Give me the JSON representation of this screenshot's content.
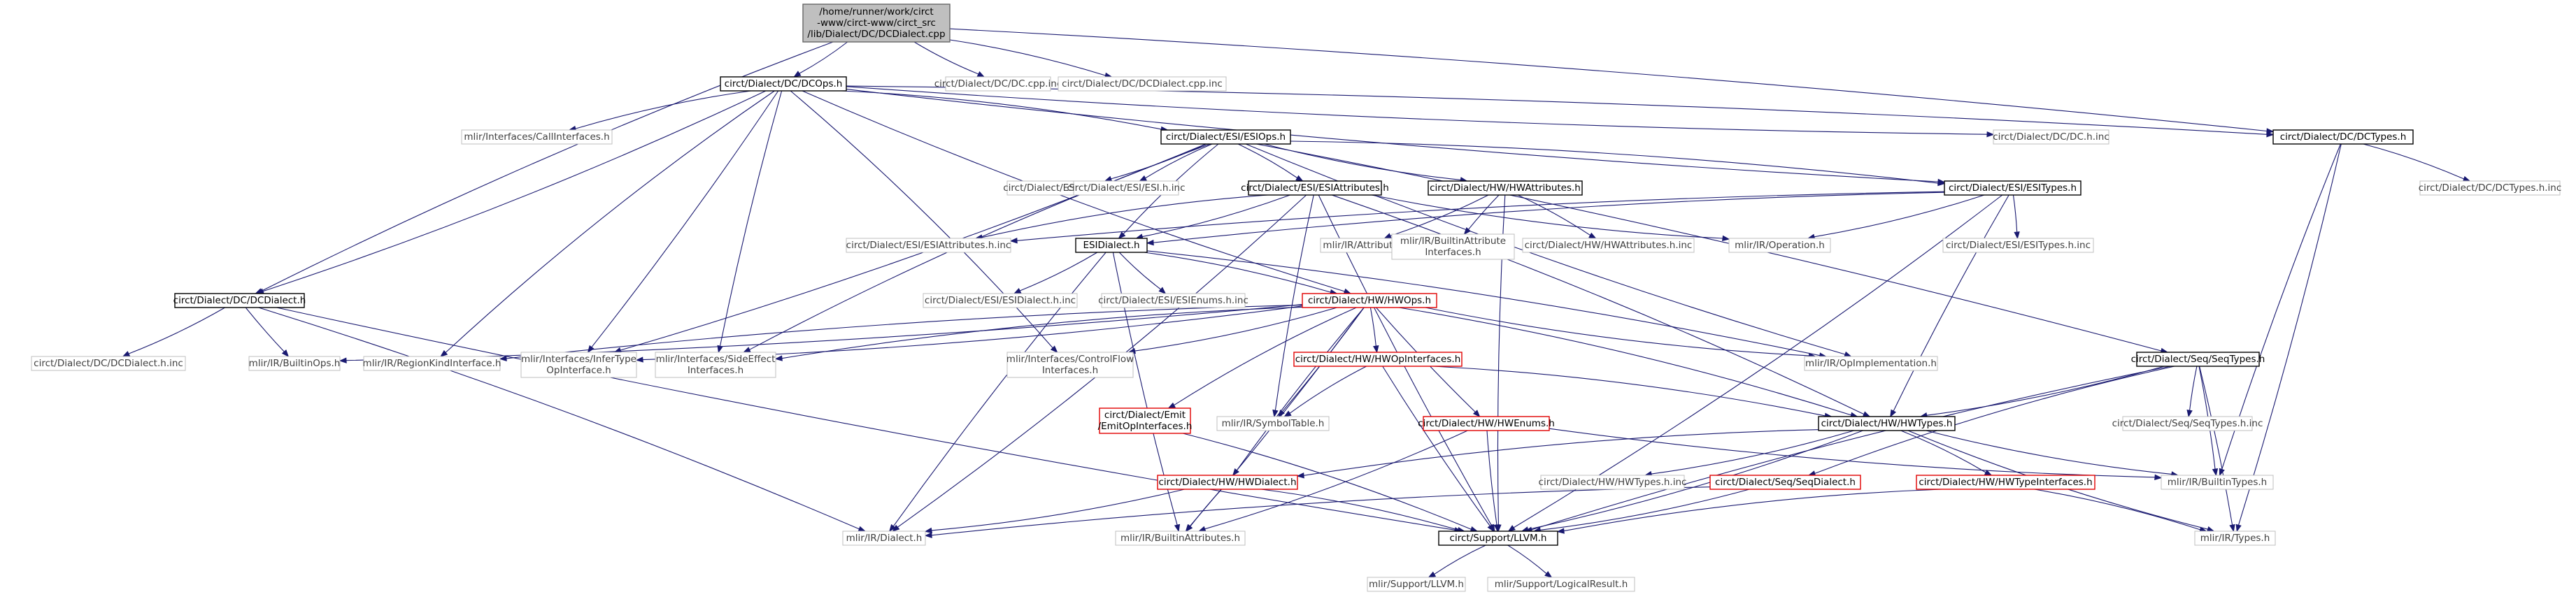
{
  "graph": {
    "colors": {
      "edge": "#191970",
      "default_border": "#000000",
      "focus_fill": "#bfbfbf",
      "focus_border": "#666666",
      "missing_border": "#bfbfbf",
      "missing_text": "#404040",
      "linked_border": "#e00000"
    },
    "nodes": [
      {
        "id": "dcdialect_cpp",
        "lines": [
          "/home/runner/work/circt",
          "-www/circt-www/circt_src",
          "/lib/Dialect/DC/DCDialect.cpp"
        ],
        "kind": "focus"
      },
      {
        "id": "dcops_h",
        "lines": [
          "circt/Dialect/DC/DCOps.h"
        ],
        "kind": "default"
      },
      {
        "id": "dc_cpp_inc",
        "lines": [
          "circt/Dialect/DC/DC.cpp.inc"
        ],
        "kind": "missing"
      },
      {
        "id": "dcdialect_cpp_inc",
        "lines": [
          "circt/Dialect/DC/DCDialect.cpp.inc"
        ],
        "kind": "missing"
      },
      {
        "id": "calliface",
        "lines": [
          "mlir/Interfaces/CallInterfaces.h"
        ],
        "kind": "missing"
      },
      {
        "id": "esiops_h",
        "lines": [
          "circt/Dialect/ESI/ESIOps.h"
        ],
        "kind": "default"
      },
      {
        "id": "dc_h_inc",
        "lines": [
          "circt/Dialect/DC/DC.h.inc"
        ],
        "kind": "missing"
      },
      {
        "id": "dctypes_h",
        "lines": [
          "circt/Dialect/DC/DCTypes.h"
        ],
        "kind": "default"
      },
      {
        "id": "esiifaces_inc",
        "lines": [
          "circt/Dialect/ESI/ESIInterfaces.h.inc"
        ],
        "kind": "missing"
      },
      {
        "id": "esi_h_inc",
        "lines": [
          "circt/Dialect/ESI/ESI.h.inc"
        ],
        "kind": "missing"
      },
      {
        "id": "esiattrs_h",
        "lines": [
          "circt/Dialect/ESI/ESIAttributes.h"
        ],
        "kind": "default"
      },
      {
        "id": "hwattrs_h",
        "lines": [
          "circt/Dialect/HW/HWAttributes.h"
        ],
        "kind": "default"
      },
      {
        "id": "esitypes_h",
        "lines": [
          "circt/Dialect/ESI/ESITypes.h"
        ],
        "kind": "default"
      },
      {
        "id": "dctypes_h_inc",
        "lines": [
          "circt/Dialect/DC/DCTypes.h.inc"
        ],
        "kind": "missing"
      },
      {
        "id": "esiattrs_inc",
        "lines": [
          "circt/Dialect/ESI/ESIAttributes.h.inc"
        ],
        "kind": "missing"
      },
      {
        "id": "esidialect_h",
        "lines": [
          "ESIDialect.h"
        ],
        "kind": "default"
      },
      {
        "id": "ir_attrs",
        "lines": [
          "mlir/IR/Attributes.h"
        ],
        "kind": "missing"
      },
      {
        "id": "ir_builtinattrifaces",
        "lines": [
          "mlir/IR/BuiltinAttribute",
          "Interfaces.h"
        ],
        "kind": "missing"
      },
      {
        "id": "hwattrs_inc",
        "lines": [
          "circt/Dialect/HW/HWAttributes.h.inc"
        ],
        "kind": "missing"
      },
      {
        "id": "ir_operation",
        "lines": [
          "mlir/IR/Operation.h"
        ],
        "kind": "missing"
      },
      {
        "id": "esitypes_inc",
        "lines": [
          "circt/Dialect/ESI/ESITypes.h.inc"
        ],
        "kind": "missing"
      },
      {
        "id": "dcdialect_h",
        "lines": [
          "circt/Dialect/DC/DCDialect.h"
        ],
        "kind": "default"
      },
      {
        "id": "dcdialect_h_inc",
        "lines": [
          "circt/Dialect/DC/DCDialect.h.inc"
        ],
        "kind": "missing"
      },
      {
        "id": "ir_builtinops",
        "lines": [
          "mlir/IR/BuiltinOps.h"
        ],
        "kind": "missing"
      },
      {
        "id": "ir_regionkind",
        "lines": [
          "mlir/IR/RegionKindInterface.h"
        ],
        "kind": "missing"
      },
      {
        "id": "inferiface",
        "lines": [
          "mlir/Interfaces/InferType",
          "OpInterface.h"
        ],
        "kind": "missing"
      },
      {
        "id": "sideeffect",
        "lines": [
          "mlir/Interfaces/SideEffect",
          "Interfaces.h"
        ],
        "kind": "missing"
      },
      {
        "id": "esidialect_inc",
        "lines": [
          "circt/Dialect/ESI/ESIDialect.h.inc"
        ],
        "kind": "missing"
      },
      {
        "id": "esienums_inc",
        "lines": [
          "circt/Dialect/ESI/ESIEnums.h.inc"
        ],
        "kind": "missing"
      },
      {
        "id": "hwops_h",
        "lines": [
          "circt/Dialect/HW/HWOps.h"
        ],
        "kind": "linked"
      },
      {
        "id": "controlflow",
        "lines": [
          "mlir/Interfaces/ControlFlow",
          "Interfaces.h"
        ],
        "kind": "missing"
      },
      {
        "id": "opimpl",
        "lines": [
          "mlir/IR/OpImplementation.h"
        ],
        "kind": "missing"
      },
      {
        "id": "seqtypes_h",
        "lines": [
          "circt/Dialect/Seq/SeqTypes.h"
        ],
        "kind": "default"
      },
      {
        "id": "hwopifaces_h",
        "lines": [
          "circt/Dialect/HW/HWOpInterfaces.h"
        ],
        "kind": "linked"
      },
      {
        "id": "emitopifaces_h",
        "lines": [
          "circt/Dialect/Emit",
          "/EmitOpInterfaces.h"
        ],
        "kind": "linked"
      },
      {
        "id": "ir_symboltable",
        "lines": [
          "mlir/IR/SymbolTable.h"
        ],
        "kind": "missing"
      },
      {
        "id": "hwenums_h",
        "lines": [
          "circt/Dialect/HW/HWEnums.h"
        ],
        "kind": "linked"
      },
      {
        "id": "hwtypes_h",
        "lines": [
          "circt/Dialect/HW/HWTypes.h"
        ],
        "kind": "default"
      },
      {
        "id": "seqtypes_inc",
        "lines": [
          "circt/Dialect/Seq/SeqTypes.h.inc"
        ],
        "kind": "missing"
      },
      {
        "id": "hwtypes_inc",
        "lines": [
          "circt/Dialect/HW/HWTypes.h.inc"
        ],
        "kind": "missing"
      },
      {
        "id": "hwdialect_h",
        "lines": [
          "circt/Dialect/HW/HWDialect.h"
        ],
        "kind": "linked"
      },
      {
        "id": "seqdialect_h",
        "lines": [
          "circt/Dialect/Seq/SeqDialect.h"
        ],
        "kind": "linked"
      },
      {
        "id": "hwtypeifaces_h",
        "lines": [
          "circt/Dialect/HW/HWTypeInterfaces.h"
        ],
        "kind": "linked"
      },
      {
        "id": "ir_builtintypes",
        "lines": [
          "mlir/IR/BuiltinTypes.h"
        ],
        "kind": "missing"
      },
      {
        "id": "ir_dialect",
        "lines": [
          "mlir/IR/Dialect.h"
        ],
        "kind": "missing"
      },
      {
        "id": "ir_builtinattrs",
        "lines": [
          "mlir/IR/BuiltinAttributes.h"
        ],
        "kind": "missing"
      },
      {
        "id": "support_llvm_h",
        "lines": [
          "circt/Support/LLVM.h"
        ],
        "kind": "default"
      },
      {
        "id": "ir_types",
        "lines": [
          "mlir/IR/Types.h"
        ],
        "kind": "missing"
      },
      {
        "id": "mlir_support_llvm",
        "lines": [
          "mlir/Support/LLVM.h"
        ],
        "kind": "missing"
      },
      {
        "id": "mlir_logicalresult",
        "lines": [
          "mlir/Support/LogicalResult.h"
        ],
        "kind": "missing"
      }
    ],
    "edges": [
      [
        "dcdialect_cpp",
        "dcops_h"
      ],
      [
        "dcdialect_cpp",
        "dc_cpp_inc"
      ],
      [
        "dcdialect_cpp",
        "dcdialect_cpp_inc"
      ],
      [
        "dcdialect_cpp",
        "dcdialect_h"
      ],
      [
        "dcdialect_cpp",
        "dctypes_h"
      ],
      [
        "dcops_h",
        "calliface"
      ],
      [
        "dcops_h",
        "esiops_h"
      ],
      [
        "dcops_h",
        "dc_h_inc"
      ],
      [
        "dcops_h",
        "dctypes_h"
      ],
      [
        "dcops_h",
        "esitypes_h"
      ],
      [
        "dcops_h",
        "dcdialect_h"
      ],
      [
        "dcops_h",
        "ir_regionkind"
      ],
      [
        "dcops_h",
        "inferiface"
      ],
      [
        "dcops_h",
        "sideeffect"
      ],
      [
        "dcops_h",
        "controlflow"
      ],
      [
        "dcops_h",
        "hwops_h"
      ],
      [
        "esiops_h",
        "esiifaces_inc"
      ],
      [
        "esiops_h",
        "esi_h_inc"
      ],
      [
        "esiops_h",
        "esiattrs_h"
      ],
      [
        "esiops_h",
        "hwattrs_h"
      ],
      [
        "esiops_h",
        "esitypes_h"
      ],
      [
        "esiops_h",
        "esidialect_h"
      ],
      [
        "esiops_h",
        "seqtypes_h"
      ],
      [
        "esiops_h",
        "opimpl"
      ],
      [
        "esiops_h",
        "inferiface"
      ],
      [
        "esiops_h",
        "sideeffect"
      ],
      [
        "dctypes_h",
        "dctypes_h_inc"
      ],
      [
        "dctypes_h",
        "ir_builtintypes"
      ],
      [
        "dctypes_h",
        "ir_types"
      ],
      [
        "esiattrs_h",
        "esiattrs_inc"
      ],
      [
        "esiattrs_h",
        "esidialect_h"
      ],
      [
        "esiattrs_h",
        "ir_operation"
      ],
      [
        "esiattrs_h",
        "hwtypes_h"
      ],
      [
        "esiattrs_h",
        "support_llvm_h"
      ],
      [
        "esiattrs_h",
        "ir_dialect"
      ],
      [
        "esiattrs_h",
        "ir_symboltable"
      ],
      [
        "hwattrs_h",
        "ir_attrs"
      ],
      [
        "hwattrs_h",
        "ir_builtinattrifaces"
      ],
      [
        "hwattrs_h",
        "hwattrs_inc"
      ],
      [
        "hwattrs_h",
        "support_llvm_h"
      ],
      [
        "esitypes_h",
        "esitypes_inc"
      ],
      [
        "esitypes_h",
        "esidialect_h"
      ],
      [
        "esitypes_h",
        "ir_operation"
      ],
      [
        "esitypes_h",
        "hwtypes_h"
      ],
      [
        "esitypes_h",
        "support_llvm_h"
      ],
      [
        "esitypes_h",
        "esiattrs_inc"
      ],
      [
        "esidialect_h",
        "esidialect_inc"
      ],
      [
        "esidialect_h",
        "esienums_inc"
      ],
      [
        "esidialect_h",
        "hwops_h"
      ],
      [
        "esidialect_h",
        "ir_dialect"
      ],
      [
        "esidialect_h",
        "opimpl"
      ],
      [
        "esidialect_h",
        "ir_builtinattrs"
      ],
      [
        "dcdialect_h",
        "dcdialect_h_inc"
      ],
      [
        "dcdialect_h",
        "ir_builtinops"
      ],
      [
        "dcdialect_h",
        "ir_dialect"
      ],
      [
        "dcdialect_h",
        "support_llvm_h"
      ],
      [
        "hwops_h",
        "ir_builtinops"
      ],
      [
        "hwops_h",
        "ir_regionkind"
      ],
      [
        "hwops_h",
        "inferiface"
      ],
      [
        "hwops_h",
        "sideeffect"
      ],
      [
        "hwops_h",
        "controlflow"
      ],
      [
        "hwops_h",
        "opimpl"
      ],
      [
        "hwops_h",
        "hwopifaces_h"
      ],
      [
        "hwops_h",
        "emitopifaces_h"
      ],
      [
        "hwops_h",
        "ir_symboltable"
      ],
      [
        "hwops_h",
        "hwenums_h"
      ],
      [
        "hwops_h",
        "hwtypes_h"
      ],
      [
        "hwops_h",
        "hwdialect_h"
      ],
      [
        "hwops_h",
        "ir_builtinattrs"
      ],
      [
        "seqtypes_h",
        "seqtypes_inc"
      ],
      [
        "seqtypes_h",
        "hwtypes_h"
      ],
      [
        "seqtypes_h",
        "seqdialect_h"
      ],
      [
        "seqtypes_h",
        "ir_builtintypes"
      ],
      [
        "seqtypes_h",
        "support_llvm_h"
      ],
      [
        "seqtypes_h",
        "ir_types"
      ],
      [
        "hwopifaces_h",
        "ir_symboltable"
      ],
      [
        "hwopifaces_h",
        "hwtypes_h"
      ],
      [
        "hwopifaces_h",
        "support_llvm_h"
      ],
      [
        "emitopifaces_h",
        "support_llvm_h"
      ],
      [
        "hwenums_h",
        "ir_builtintypes"
      ],
      [
        "hwenums_h",
        "ir_builtinattrs"
      ],
      [
        "hwenums_h",
        "support_llvm_h"
      ],
      [
        "hwtypes_h",
        "hwtypes_inc"
      ],
      [
        "hwtypes_h",
        "hwdialect_h"
      ],
      [
        "hwtypes_h",
        "hwtypeifaces_h"
      ],
      [
        "hwtypes_h",
        "ir_builtintypes"
      ],
      [
        "hwtypes_h",
        "support_llvm_h"
      ],
      [
        "hwtypes_h",
        "ir_types"
      ],
      [
        "hwdialect_h",
        "ir_dialect"
      ],
      [
        "hwdialect_h",
        "ir_builtinattrs"
      ],
      [
        "hwdialect_h",
        "support_llvm_h"
      ],
      [
        "seqdialect_h",
        "ir_dialect"
      ],
      [
        "seqdialect_h",
        "support_llvm_h"
      ],
      [
        "hwtypeifaces_h",
        "support_llvm_h"
      ],
      [
        "hwtypeifaces_h",
        "ir_types"
      ],
      [
        "support_llvm_h",
        "mlir_support_llvm"
      ],
      [
        "support_llvm_h",
        "mlir_logicalresult"
      ]
    ]
  }
}
